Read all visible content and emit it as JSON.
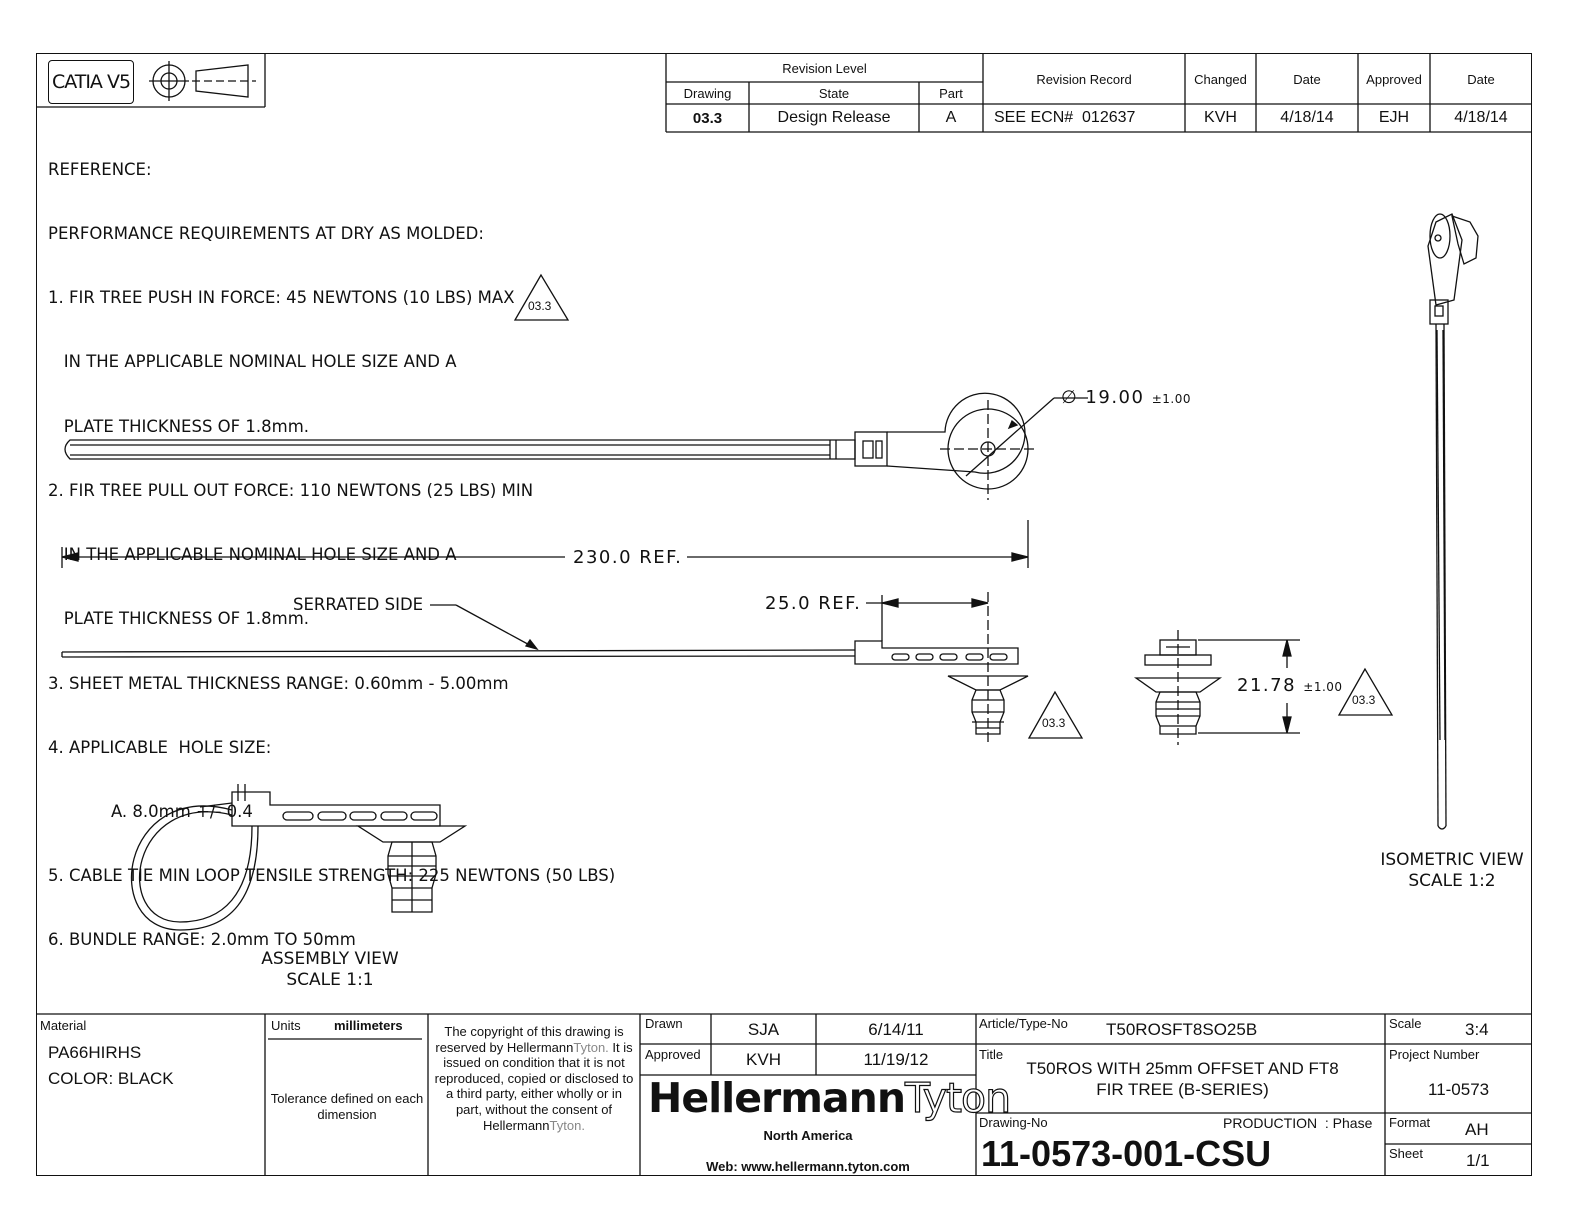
{
  "header": {
    "cad_badge": "CATIA V5",
    "revision_table": {
      "revision_level_header": "Revision Level",
      "columns": [
        "Drawing",
        "State",
        "Part"
      ],
      "record_headers": [
        "Revision Record",
        "Changed",
        "Date",
        "Approved",
        "Date"
      ],
      "row": {
        "drawing": "03.3",
        "state": "Design Release",
        "part": "A",
        "record": "SEE ECN#  012637",
        "changed": "KVH",
        "date": "4/18/14",
        "approved": "EJH",
        "approved_date": "4/18/14"
      }
    }
  },
  "notes": [
    "REFERENCE:",
    "PERFORMANCE REQUIREMENTS AT DRY AS MOLDED:",
    "1. FIR TREE PUSH IN FORCE: 45 NEWTONS (10 LBS) MAX",
    "   IN THE APPLICABLE NOMINAL HOLE SIZE AND A",
    "   PLATE THICKNESS OF 1.8mm.",
    "2. FIR TREE PULL OUT FORCE: 110 NEWTONS (25 LBS) MIN",
    "   IN THE APPLICABLE NOMINAL HOLE SIZE AND A",
    "   PLATE THICKNESS OF 1.8mm.",
    "3. SHEET METAL THICKNESS RANGE: 0.60mm - 5.00mm",
    "4. APPLICABLE  HOLE SIZE:",
    "            A. 8.0mm +/- 0.4",
    "5. CABLE TIE MIN LOOP TENSILE STRENGTH: 225 NEWTONS (50 LBS)",
    "6. BUNDLE RANGE: 2.0mm TO 50mm"
  ],
  "revision_marker": "03.3",
  "dimensions": {
    "diameter_symbol": "∅",
    "diameter": "19.00",
    "diameter_tol": "±1.00",
    "overall_length": "230.0 REF.",
    "offset_length": "25.0 REF.",
    "fir_tree_height": "21.78",
    "fir_tree_tol": "±1.00"
  },
  "labels": {
    "serrated_side": "SERRATED SIDE",
    "isometric_view": "ISOMETRIC VIEW",
    "isometric_scale": "SCALE 1:2",
    "assembly_view": "ASSEMBLY VIEW",
    "assembly_scale": "SCALE 1:1"
  },
  "title_block": {
    "material_label": "Material",
    "material": "PA66HIRHS",
    "color": "COLOR: BLACK",
    "units_label": "Units",
    "units": "millimeters",
    "tolerance_note": "Tolerance defined on each dimension",
    "copyright_1": "The copyright of this drawing is reserved by Hellermann",
    "copyright_brand": "Tyton.",
    "copyright_2": " It is issued on condition that it is not reproduced, copied or disclosed to a third party, either wholly or in part, without the consent of Hellermann",
    "copyright_brand_2": "Tyton.",
    "drawn_label": "Drawn",
    "drawn_by": "SJA",
    "drawn_date": "6/14/11",
    "approved_label": "Approved",
    "approved_by": "KVH",
    "approved_date": "11/19/12",
    "logo_solid": "Hellermann",
    "logo_outline": "Tyton",
    "region": "North America",
    "web": "Web: www.hellermann.tyton.com",
    "article_label": "Article/Type-No",
    "article": "T50ROSFT8SO25B",
    "title_label": "Title",
    "title_line1": "T50ROS WITH 25mm OFFSET AND FT8",
    "title_line2": "FIR TREE (B-SERIES)",
    "drawing_no_label": "Drawing-No",
    "phase": "PRODUCTION  : Phase",
    "drawing_no": "11-0573-001-CSU",
    "scale_label": "Scale",
    "scale": "3:4",
    "project_label": "Project Number",
    "project": "11-0573",
    "format_label": "Format",
    "format": "AH",
    "sheet_label": "Sheet",
    "sheet": "1/1"
  }
}
